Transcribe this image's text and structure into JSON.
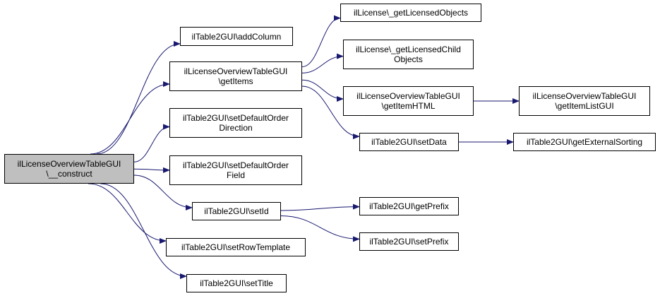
{
  "diagram": {
    "edge_color": "#191970",
    "root_fill": "#bfbfbf",
    "nodes": {
      "construct": [
        "ilLicenseOverviewTableGUI",
        "\\__construct"
      ],
      "addColumn": [
        "ilTable2GUI\\addColumn"
      ],
      "getItems": [
        "ilLicenseOverviewTableGUI",
        "\\getItems"
      ],
      "setDefaultOrderDirection": [
        "ilTable2GUI\\setDefaultOrder",
        "Direction"
      ],
      "setDefaultOrderField": [
        "ilTable2GUI\\setDefaultOrder",
        "Field"
      ],
      "setId": [
        "ilTable2GUI\\setId"
      ],
      "setRowTemplate": [
        "ilTable2GUI\\setRowTemplate"
      ],
      "setTitle": [
        "ilTable2GUI\\setTitle"
      ],
      "getLicensedObjects": [
        "ilLicense\\_getLicensedObjects"
      ],
      "getLicensedChildObjects": [
        "ilLicense\\_getLicensedChild",
        "Objects"
      ],
      "getItemHTML": [
        "ilLicenseOverviewTableGUI",
        "\\getItemHTML"
      ],
      "setData": [
        "ilTable2GUI\\setData"
      ],
      "getItemListGUI": [
        "ilLicenseOverviewTableGUI",
        "\\getItemListGUI"
      ],
      "getExternalSorting": [
        "ilTable2GUI\\getExternalSorting"
      ],
      "getPrefix": [
        "ilTable2GUI\\getPrefix"
      ],
      "setPrefix": [
        "ilTable2GUI\\setPrefix"
      ]
    },
    "edges": [
      [
        "construct",
        "addColumn"
      ],
      [
        "construct",
        "getItems"
      ],
      [
        "construct",
        "setDefaultOrderDirection"
      ],
      [
        "construct",
        "setDefaultOrderField"
      ],
      [
        "construct",
        "setId"
      ],
      [
        "construct",
        "setRowTemplate"
      ],
      [
        "construct",
        "setTitle"
      ],
      [
        "getItems",
        "getLicensedObjects"
      ],
      [
        "getItems",
        "getLicensedChildObjects"
      ],
      [
        "getItems",
        "getItemHTML"
      ],
      [
        "getItems",
        "setData"
      ],
      [
        "getItemHTML",
        "getItemListGUI"
      ],
      [
        "setData",
        "getExternalSorting"
      ],
      [
        "setId",
        "getPrefix"
      ],
      [
        "setId",
        "setPrefix"
      ]
    ]
  }
}
